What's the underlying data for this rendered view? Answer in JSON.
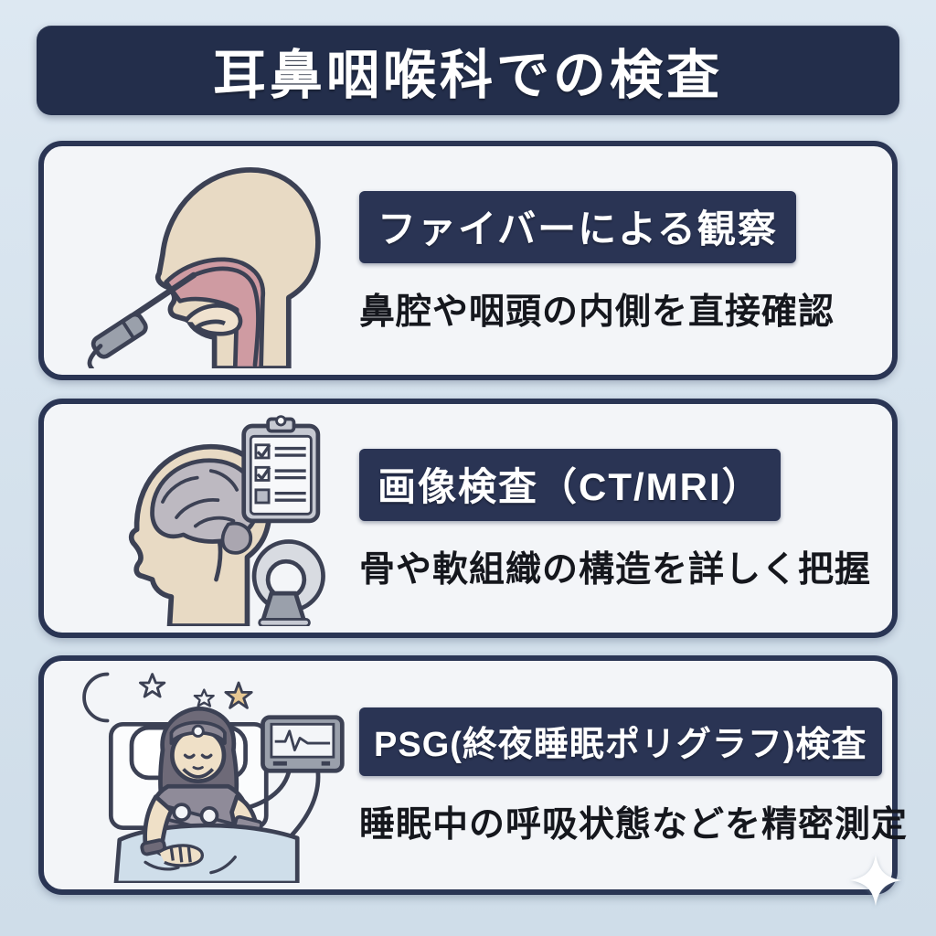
{
  "header": {
    "title": "耳鼻咽喉科での検査"
  },
  "colors": {
    "background": "#d4e1ec",
    "navy_header": "#232e4b",
    "navy_badge": "#2a3454",
    "card_border": "#2a3554",
    "card_bg": "#f3f5f8",
    "text_dark": "#15171d",
    "text_white": "#ffffff",
    "skin": "#e8dac4",
    "pink_airway": "#cf9ba2",
    "gray_device": "#9aa0ab",
    "moon_tan": "#e7c893",
    "blanket_blue": "#cfdeea"
  },
  "cards": [
    {
      "title": "ファイバーによる観察",
      "description": "鼻腔や咽頭の内側を直接確認",
      "illustration": "endoscope-in-nasal-cavity-head-profile"
    },
    {
      "title": "画像検査（CT/MRI）",
      "description": "骨や軟組織の構造を詳しく把握",
      "illustration": "head-brain-profile-with-checklist-and-ct-scanner"
    },
    {
      "title": "PSG(終夜睡眠ポリグラフ)検査",
      "description": "睡眠中の呼吸状態などを精密測定",
      "illustration": "sleeping-patient-with-sensors-and-monitor-night"
    }
  ],
  "decorations": {
    "sparkle": "white-four-point-sparkle-bottom-right"
  }
}
